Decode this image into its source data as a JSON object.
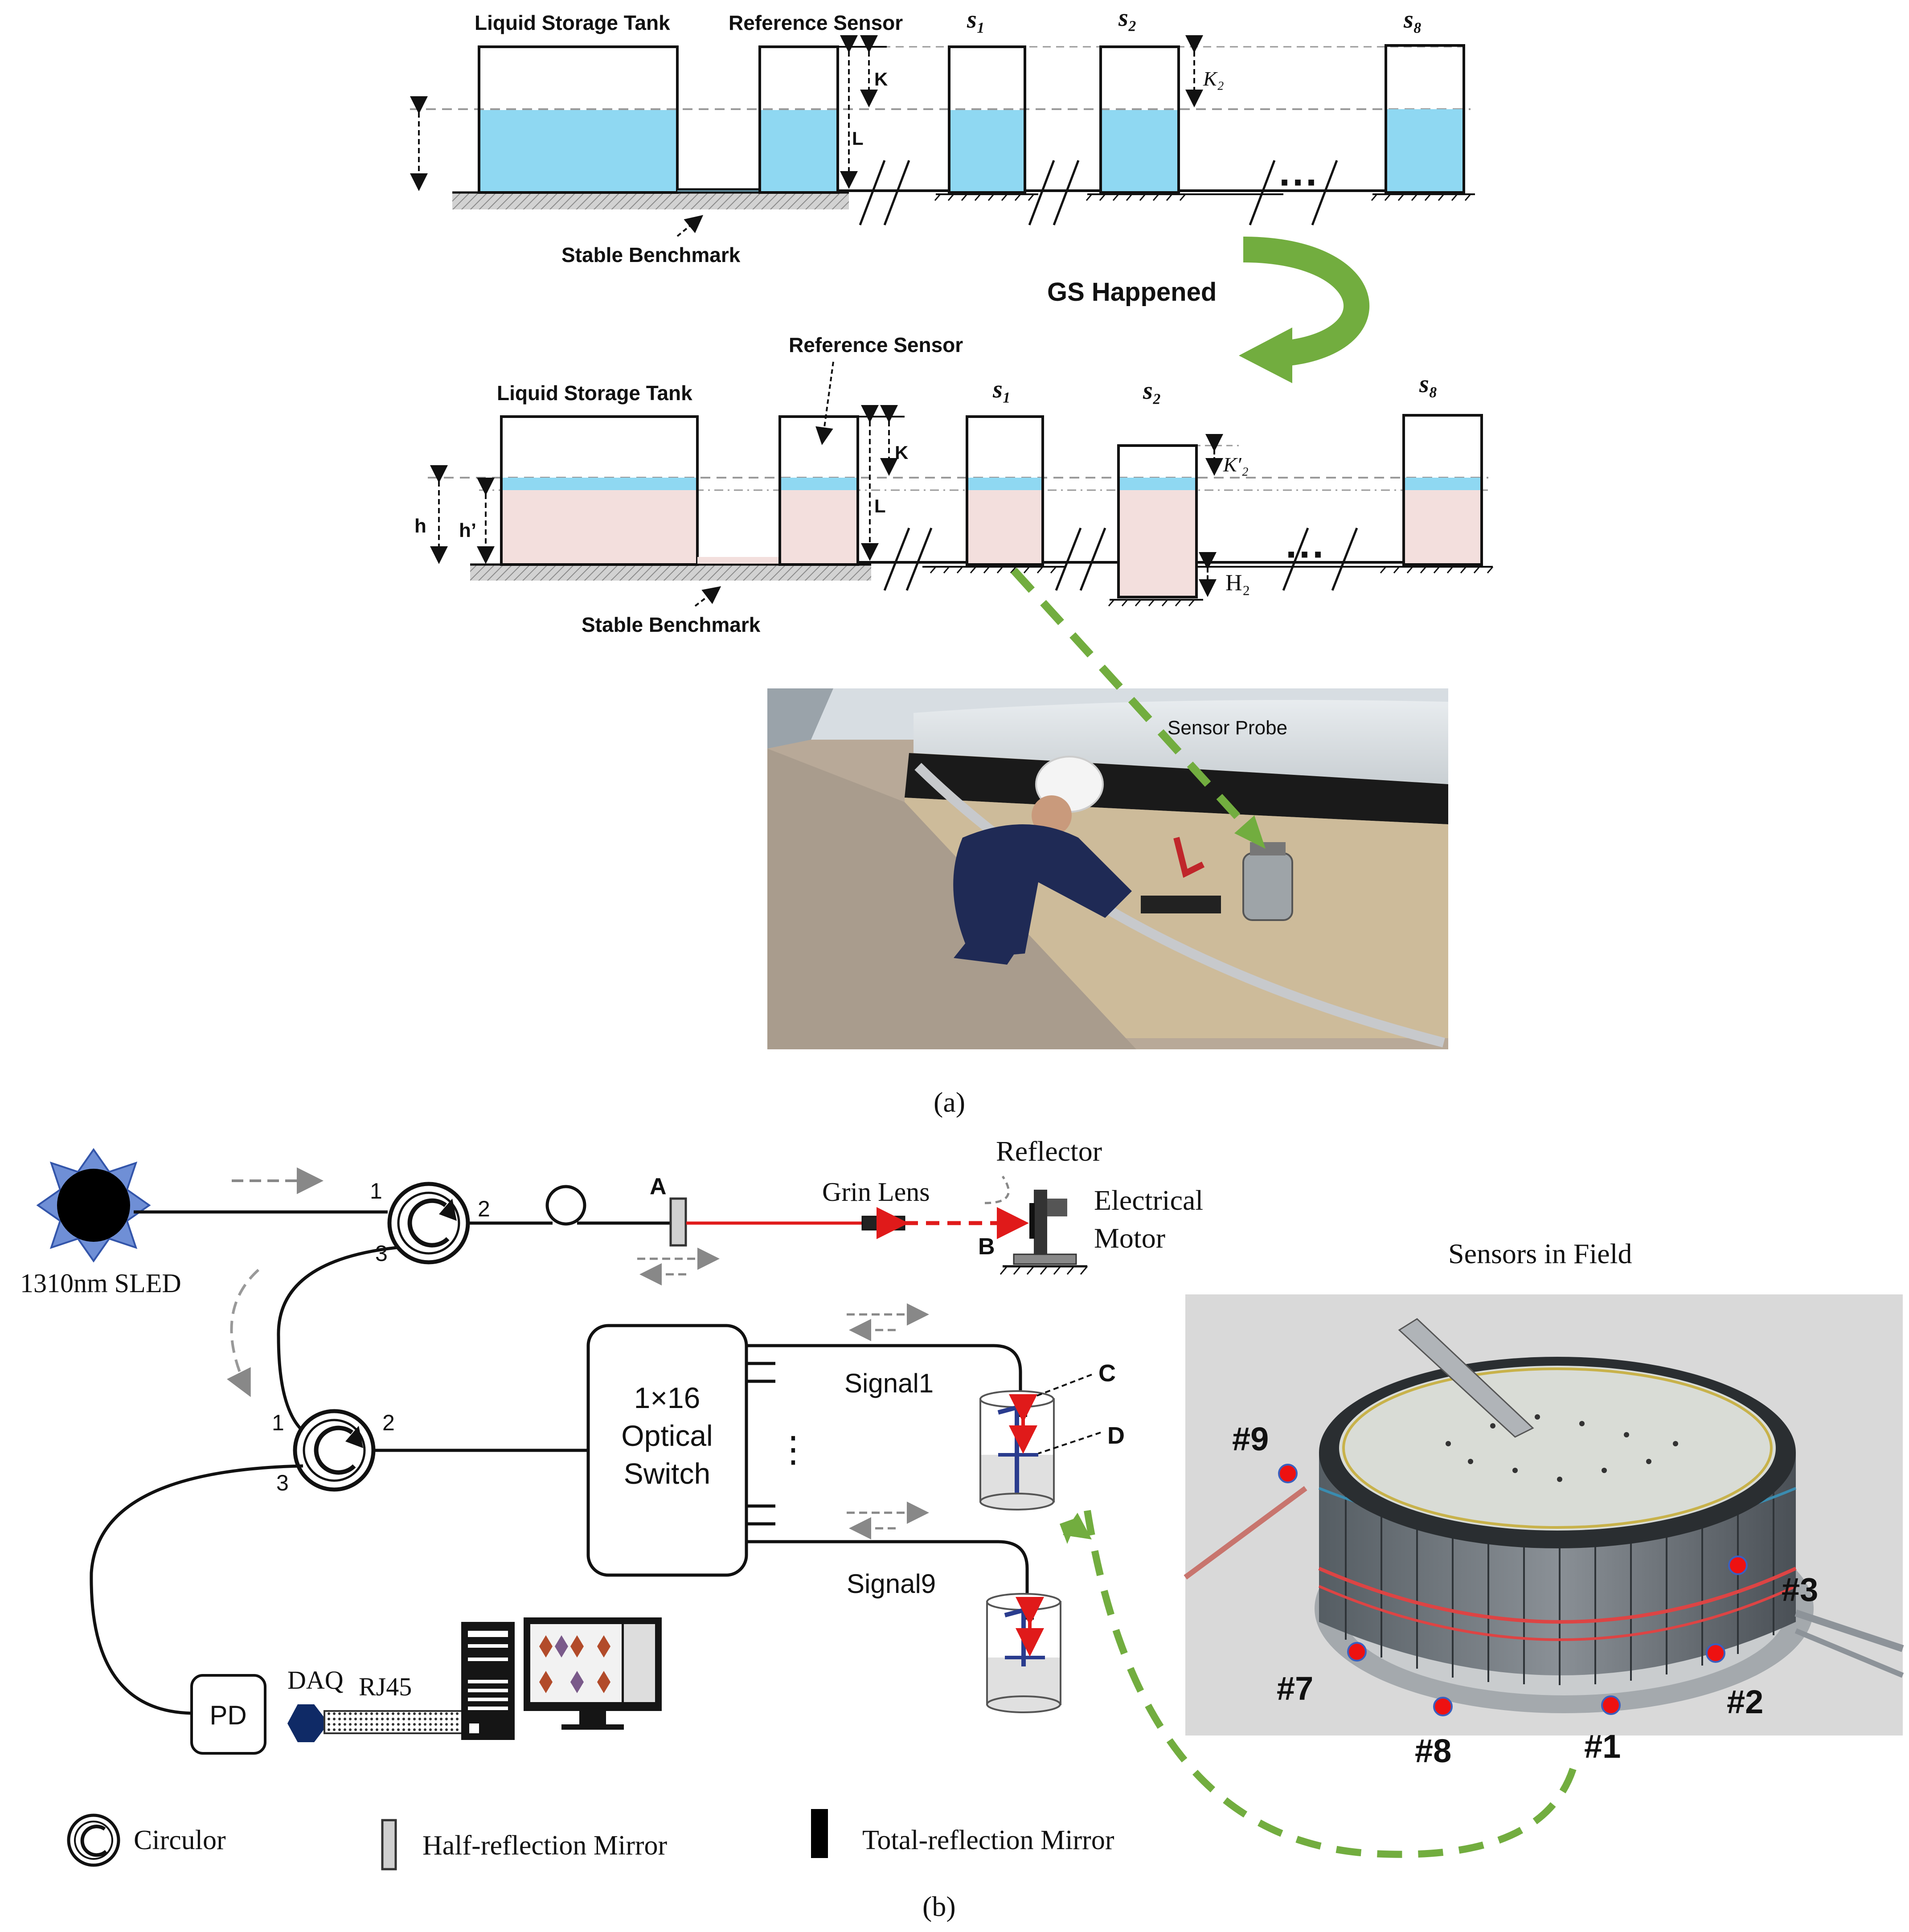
{
  "panel_a": {
    "top": {
      "tank_label": "Liquid Storage Tank",
      "ref_label": "Reference Sensor",
      "s1": "s₁",
      "s2": "s₂",
      "s8": "s₈",
      "k": "K",
      "k2": "K₂",
      "l": "L",
      "ellipsis": "···",
      "benchmark": "Stable Benchmark"
    },
    "transition": "GS Happened",
    "bottom": {
      "tank_label": "Liquid Storage Tank",
      "ref_label": "Reference Sensor",
      "s1": "s₁",
      "s2": "s₂",
      "s8": "s₈",
      "k": "K",
      "k2p": "K′₂",
      "l": "L",
      "h": "h",
      "hp": "h’",
      "h2": "H₂",
      "ellipsis": "···",
      "benchmark": "Stable Benchmark"
    },
    "photo_label": "Sensor Probe",
    "caption": "(a)"
  },
  "panel_b": {
    "source": "1310nm SLED",
    "circ1": {
      "p1": "1",
      "p2": "2",
      "p3": "3"
    },
    "circ2": {
      "p1": "1",
      "p2": "2",
      "p3": "3"
    },
    "point_a": "A",
    "point_b": "B",
    "point_c": "C",
    "point_d": "D",
    "grin_lens": "Grin Lens",
    "reflector": "Reflector",
    "motor_line1": "Electrical",
    "motor_line2": "Motor",
    "switch_line1": "1×16",
    "switch_line2": "Optical",
    "switch_line3": "Switch",
    "switch_dots": "⋮",
    "signal1": "Signal1",
    "signal9": "Signal9",
    "pd": "PD",
    "daq": "DAQ",
    "rj45": "RJ45",
    "field_title": "Sensors in Field",
    "markers": [
      "#9",
      "#3",
      "#7",
      "#2",
      "#8",
      "#1"
    ],
    "legend": {
      "circulator": "Circulor",
      "half_mirror": "Half-reflection Mirror",
      "total_mirror": "Total-reflection Mirror"
    },
    "caption": "(b)"
  },
  "colors": {
    "water": "#8fd8f2",
    "grout": "#f3dfdd",
    "arrow_green": "#72ad3f",
    "laser_red": "#e01a1a",
    "marker_red": "#ee1111",
    "ground": "#b8b8b8"
  }
}
